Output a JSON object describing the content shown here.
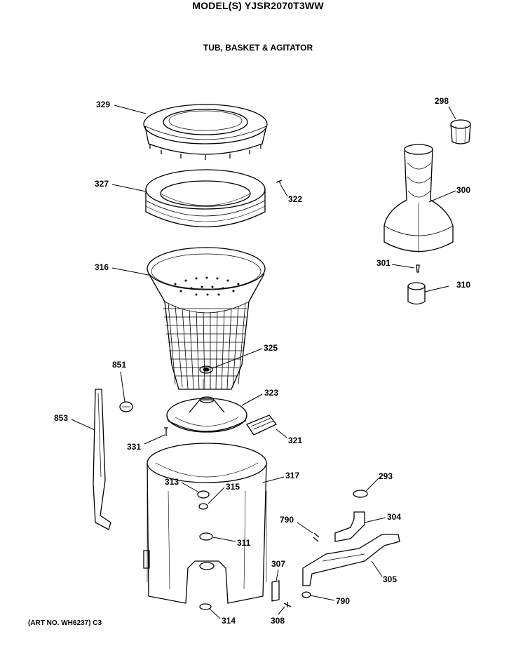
{
  "header": {
    "model": "MODEL(S) YJSR2070T3WW",
    "section_title": "TUB, BASKET & AGITATOR"
  },
  "footer": {
    "art_no": "(ART NO. WH6237) C3"
  },
  "parts": [
    {
      "id": "329"
    },
    {
      "id": "298"
    },
    {
      "id": "327"
    },
    {
      "id": "322"
    },
    {
      "id": "300"
    },
    {
      "id": "316"
    },
    {
      "id": "301"
    },
    {
      "id": "310"
    },
    {
      "id": "325"
    },
    {
      "id": "851"
    },
    {
      "id": "323"
    },
    {
      "id": "853"
    },
    {
      "id": "331"
    },
    {
      "id": "321"
    },
    {
      "id": "317"
    },
    {
      "id": "293"
    },
    {
      "id": "313"
    },
    {
      "id": "315"
    },
    {
      "id": "790"
    },
    {
      "id": "304"
    },
    {
      "id": "311"
    },
    {
      "id": "307"
    },
    {
      "id": "305"
    },
    {
      "id": "790"
    },
    {
      "id": "314"
    },
    {
      "id": "308"
    }
  ]
}
